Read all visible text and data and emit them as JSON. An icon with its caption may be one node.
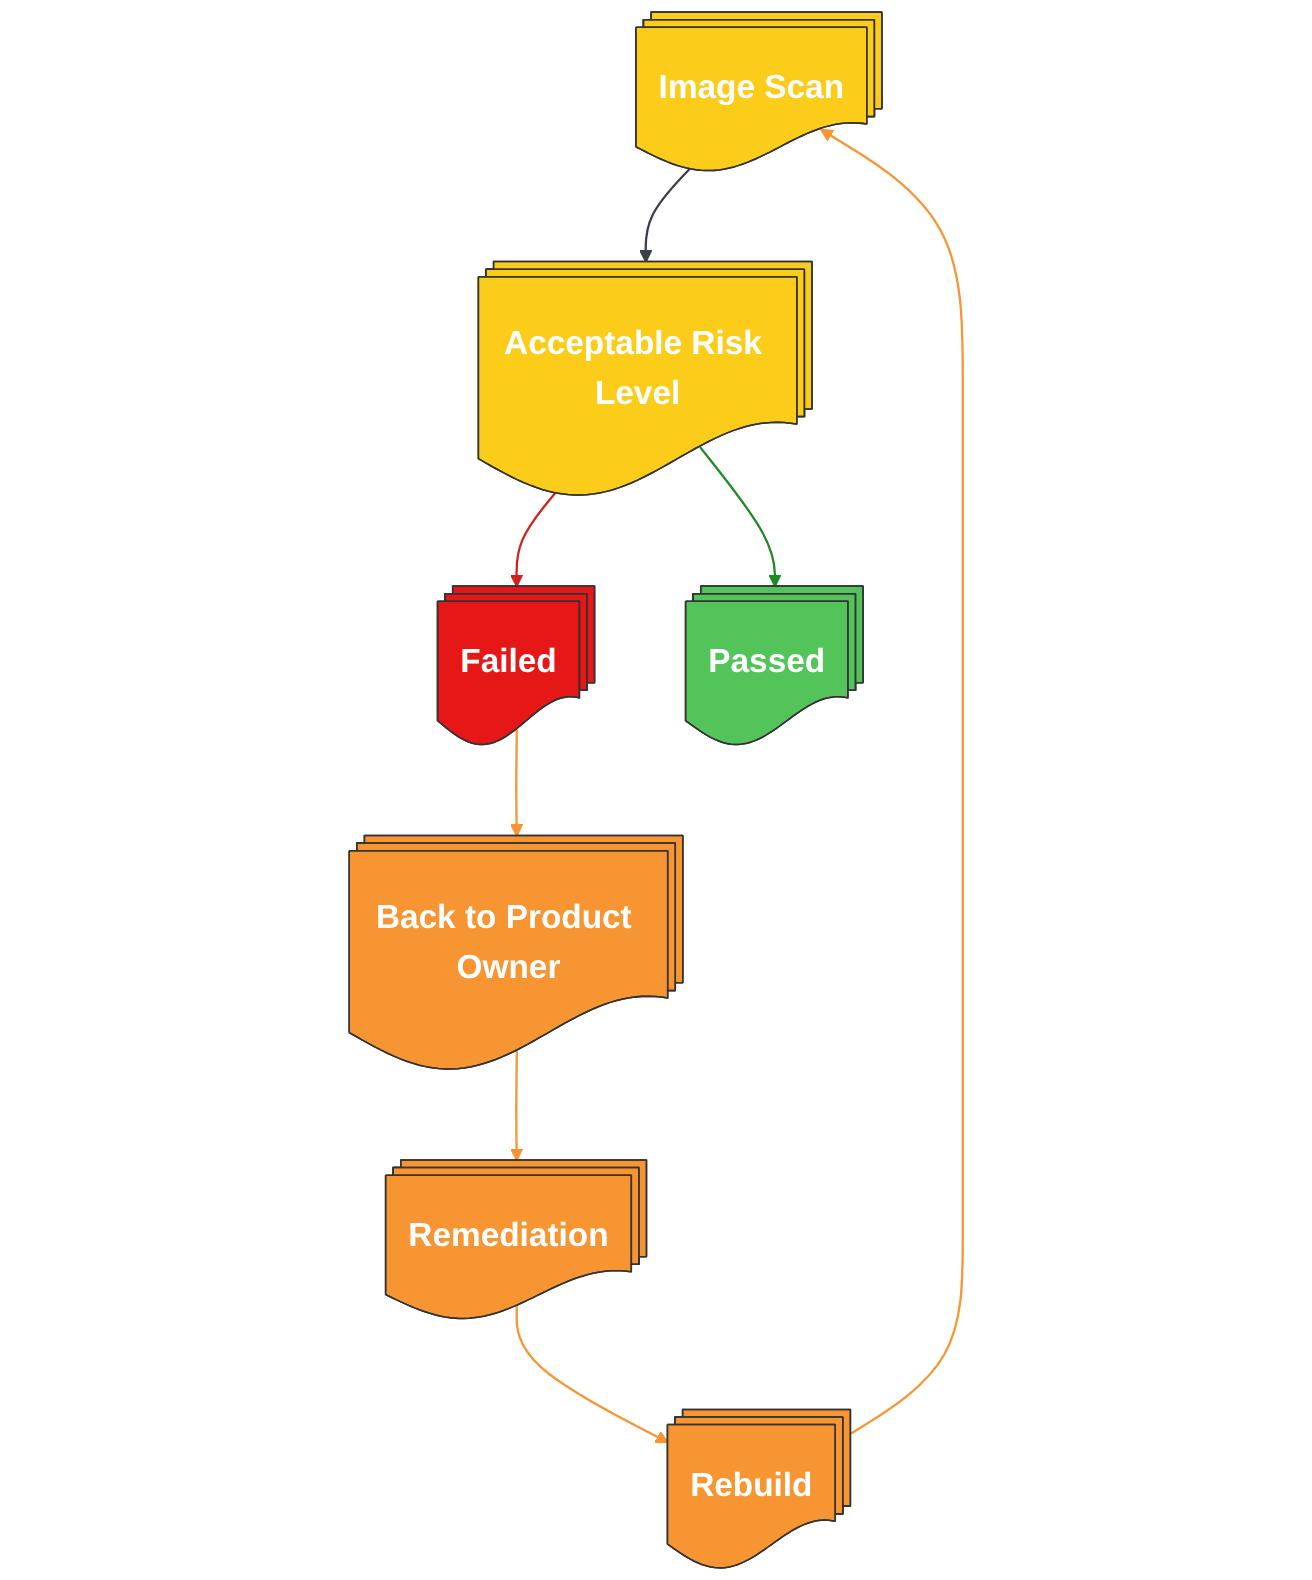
{
  "diagram": {
    "nodes": [
      {
        "text": [
          "Image Scan"
        ]
      },
      {
        "text": [
          "Acceptable Risk Level"
        ]
      },
      {
        "text": [
          "Failed"
        ]
      },
      {
        "text": [
          "Passed"
        ]
      },
      {
        "text": [
          "Back to Product Owner"
        ]
      },
      {
        "text": [
          "Remediation"
        ]
      },
      {
        "text": [
          "Rebuild"
        ]
      }
    ],
    "edges": [
      {
        "from": 0,
        "to": 1,
        "arrow": "to",
        "color": "#3b3f4a"
      },
      {
        "from": 1,
        "to": 2,
        "arrow": "to",
        "color": "#d0211c"
      },
      {
        "from": 1,
        "to": 3,
        "arrow": "to",
        "color": "#1d8a24"
      },
      {
        "from": 2,
        "to": 4,
        "arrow": "to"
      },
      {
        "from": 4,
        "to": 5,
        "arrow": "to"
      },
      {
        "from": 5,
        "to": 6,
        "arrow": "to"
      },
      {
        "from": 6,
        "to": 0,
        "arrow": "to"
      }
    ]
  }
}
